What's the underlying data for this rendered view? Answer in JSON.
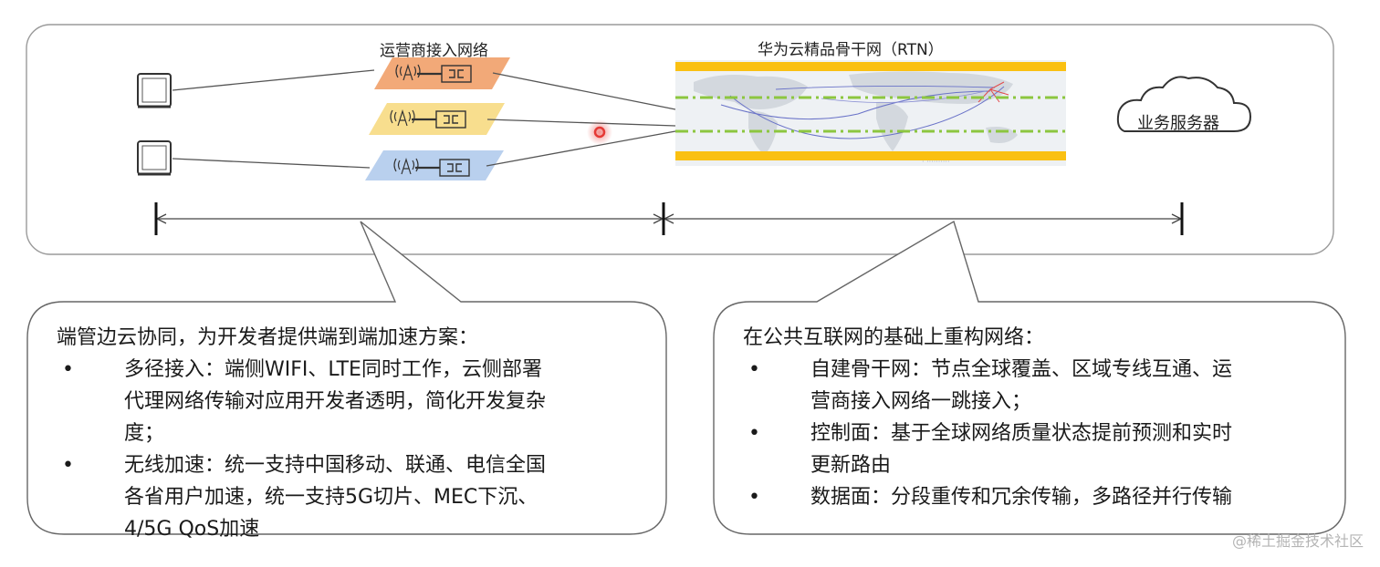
{
  "diagram": {
    "carrier_network_label": "运营商接入网络",
    "backbone_label": "华为云精品骨干网（RTN）",
    "server_label": "业务服务器",
    "colors": {
      "carrier_orange": "#F2A978",
      "carrier_yellow": "#F8DE8E",
      "carrier_blue": "#B9D0EE",
      "backbone_band": "#FAC012",
      "backbone_dash": "#8CC63F",
      "pointer_red": "#E53935"
    },
    "icons": [
      "device-icon",
      "antenna-icon",
      "router-icon",
      "cloud-icon",
      "world-map-icon"
    ]
  },
  "left_callout": {
    "heading": "端管边云协同，为开发者提供端到端加速方案：",
    "bullets": [
      {
        "symbol": "•",
        "lines": [
          "多径接入：端侧WIFI、LTE同时工作，云侧部署",
          "代理网络传输对应用开发者透明，简化开发复杂",
          "度；"
        ]
      },
      {
        "symbol": "•",
        "lines": [
          "无线加速：统一支持中国移动、联通、电信全国",
          "各省用户加速，统一支持5G切片、MEC下沉、",
          "4/5G QoS加速"
        ]
      }
    ]
  },
  "right_callout": {
    "heading": "在公共互联网的基础上重构网络：",
    "bullets": [
      {
        "symbol": "•",
        "lines": [
          "自建骨干网：节点全球覆盖、区域专线互通、运",
          "营商接入网络一跳接入；"
        ]
      },
      {
        "symbol": "•",
        "lines": [
          "控制面：基于全球网络质量状态提前预测和实时",
          "更新路由"
        ]
      },
      {
        "symbol": "•",
        "lines": [
          "数据面：分段重传和冗余传输，多路径并行传输"
        ]
      }
    ]
  },
  "watermark": "@稀土掘金技术社区"
}
